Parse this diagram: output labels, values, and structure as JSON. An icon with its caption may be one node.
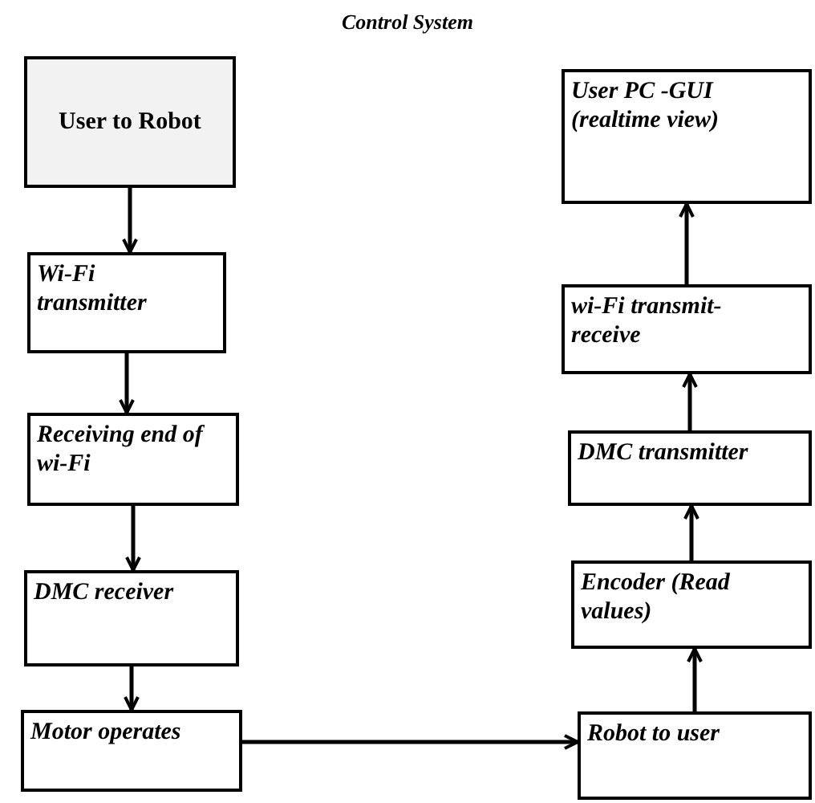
{
  "diagram": {
    "title": "Control System",
    "nodes": [
      {
        "text": [
          "User to Robot"
        ]
      },
      {
        "text": [
          "Wi-Fi transmitter"
        ]
      },
      {
        "text": [
          "Receiving end of wi-Fi"
        ]
      },
      {
        "text": [
          "DMC receiver"
        ]
      },
      {
        "text": [
          "Motor operates"
        ]
      },
      {
        "text": [
          "Robot to user"
        ]
      },
      {
        "text": [
          "Encoder (Read values)"
        ]
      },
      {
        "text": [
          "DMC transmitter"
        ]
      },
      {
        "text": [
          "wi-Fi transmit- receive"
        ]
      },
      {
        "text": [
          "User PC -GUI (realtime view)"
        ]
      }
    ],
    "edges": [
      {
        "from": 0,
        "to": 1,
        "arrow": "to"
      },
      {
        "from": 1,
        "to": 2,
        "arrow": "to"
      },
      {
        "from": 2,
        "to": 3,
        "arrow": "to"
      },
      {
        "from": 3,
        "to": 4,
        "arrow": "to"
      },
      {
        "from": 4,
        "to": 5,
        "arrow": "to"
      },
      {
        "from": 5,
        "to": 6,
        "arrow": "to"
      },
      {
        "from": 6,
        "to": 7,
        "arrow": "to"
      },
      {
        "from": 7,
        "to": 8,
        "arrow": "to"
      },
      {
        "from": 8,
        "to": 9,
        "arrow": "to"
      }
    ]
  }
}
